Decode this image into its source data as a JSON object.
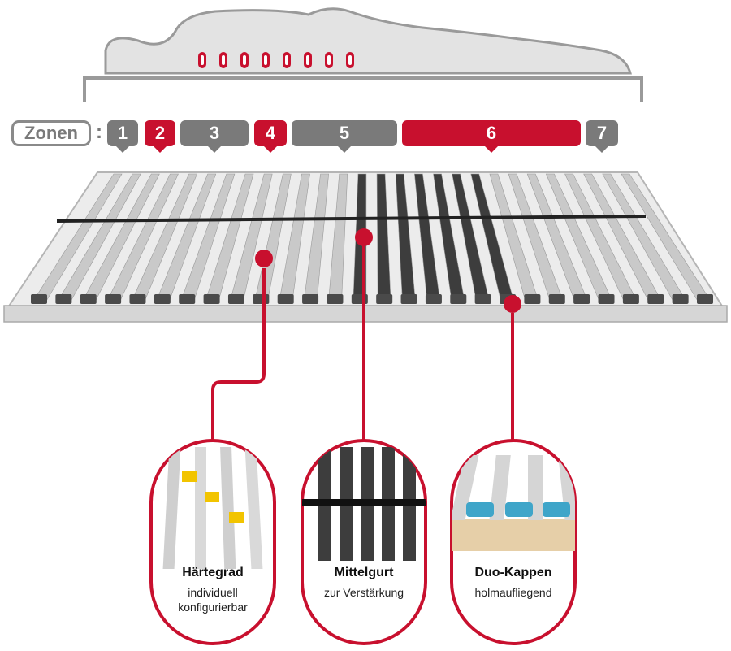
{
  "zones": {
    "label": "Zonen",
    "items": [
      {
        "number": "1",
        "color": "#7a7a7a"
      },
      {
        "number": "2",
        "color": "#c8102e"
      },
      {
        "number": "3",
        "color": "#7a7a7a"
      },
      {
        "number": "4",
        "color": "#c8102e"
      },
      {
        "number": "5",
        "color": "#7a7a7a"
      },
      {
        "number": "6",
        "color": "#c8102e"
      },
      {
        "number": "7",
        "color": "#7a7a7a"
      }
    ]
  },
  "features": [
    {
      "title": "Härtegrad",
      "subtitle_line1": "individuell",
      "subtitle_line2": "konfigurierbar"
    },
    {
      "title": "Mittelgurt",
      "subtitle_line1": "zur Verstärkung",
      "subtitle_line2": ""
    },
    {
      "title": "Duo-Kappen",
      "subtitle_line1": "holmaufliegend",
      "subtitle_line2": ""
    }
  ],
  "colors": {
    "accent": "#c8102e",
    "slat_light": "#c9c9c9",
    "slat_dark": "#3d3d3d",
    "frame": "#d6d6d6",
    "silhouette": "#e3e3e3"
  },
  "icons": {
    "sleeper": "person-silhouette-icon",
    "pressure_points": "pressure-point-icon",
    "hardness_slider": "hardness-slider-icon",
    "center_strap": "center-strap-icon",
    "duo_caps": "duo-cap-icon"
  }
}
